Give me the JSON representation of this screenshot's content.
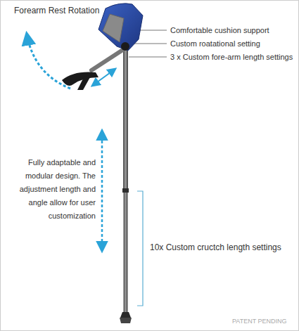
{
  "diagram": {
    "labels": [
      "Forearm Rest Rotation",
      "Comfortable cushion support",
      "Custom roatational setting",
      "3 x Custom fore-arm length settings",
      "Fully adaptable and modular design. The adjustment length and angle allow for user customization",
      "10x Custom cructch length settings",
      "PATENT PENDING"
    ]
  }
}
